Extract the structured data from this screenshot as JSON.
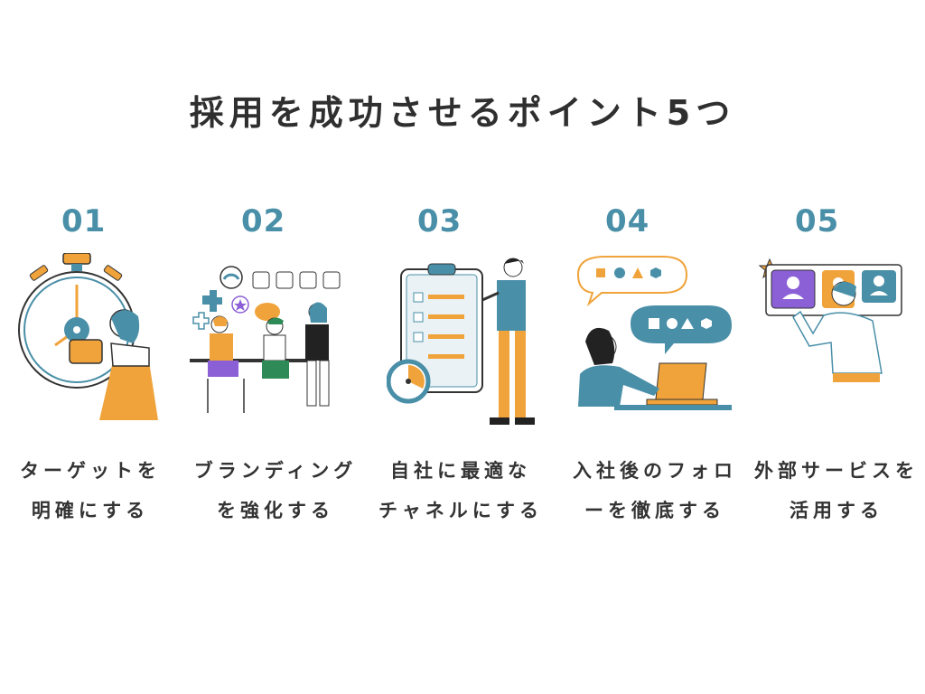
{
  "title": "採用を成功させるポイント5つ",
  "points": [
    {
      "number": "01",
      "line1": "ターゲットを",
      "line2": "明確にする",
      "icon": "stopwatch-person-icon"
    },
    {
      "number": "02",
      "line1": "ブランディング",
      "line2": "を強化する",
      "icon": "team-meeting-icon"
    },
    {
      "number": "03",
      "line1": "自社に最適な",
      "line2": "チャネルにする",
      "icon": "checklist-person-icon"
    },
    {
      "number": "04",
      "line1": "入社後のフォロ",
      "line2": "ーを徹底する",
      "icon": "laptop-chat-icon"
    },
    {
      "number": "05",
      "line1": "外部サービスを",
      "line2": "活用する",
      "icon": "profile-select-icon"
    }
  ],
  "colors": {
    "accent": "#4a8fa8",
    "orange": "#f0a33a",
    "purple": "#8b5fd6",
    "text": "#2f2f2f"
  }
}
